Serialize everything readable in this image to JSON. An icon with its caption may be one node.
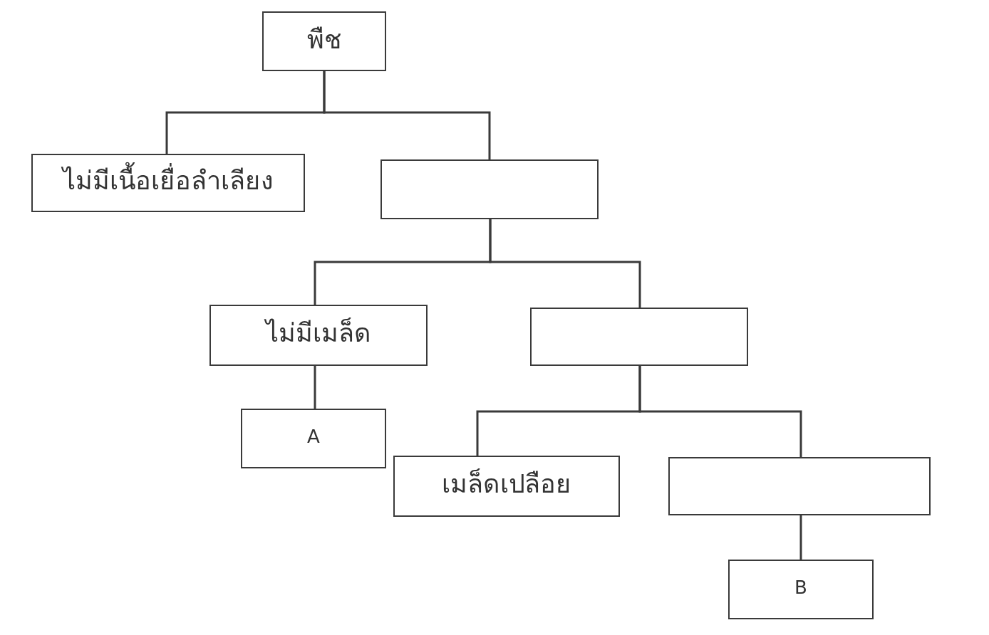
{
  "diagram": {
    "nodes": [
      {
        "text": [
          "พืช"
        ]
      },
      {
        "text": [
          "ไม่มีเนื้อเยื่อลำเลียง"
        ]
      },
      {
        "text": [],
        "shape": "box"
      },
      {
        "text": [
          "ไม่มีเมล็ด"
        ]
      },
      {
        "text": [],
        "shape": "box"
      },
      {
        "text": [
          "A"
        ]
      },
      {
        "text": [
          "เมล็ดเปลือย"
        ]
      },
      {
        "text": [],
        "shape": "box"
      },
      {
        "text": [
          "B"
        ]
      }
    ],
    "edges": [
      {
        "from": 0,
        "to": 1,
        "arrow": "none"
      },
      {
        "from": 0,
        "to": 2,
        "arrow": "none"
      },
      {
        "from": 2,
        "to": 3,
        "arrow": "none"
      },
      {
        "from": 2,
        "to": 4,
        "arrow": "none"
      },
      {
        "from": 3,
        "to": 5,
        "arrow": "none"
      },
      {
        "from": 4,
        "to": 6,
        "arrow": "none"
      },
      {
        "from": 4,
        "to": 7,
        "arrow": "none"
      },
      {
        "from": 7,
        "to": 8,
        "arrow": "none"
      }
    ]
  }
}
